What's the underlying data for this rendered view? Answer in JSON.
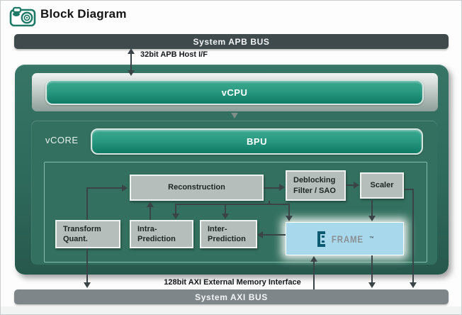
{
  "header": {
    "title": "Block Diagram",
    "icon": "camera-icon"
  },
  "top_bus": {
    "label": "System APB BUS"
  },
  "apb_interface_label": "32bit APB Host I/F",
  "vcpu": {
    "label": "vCPU"
  },
  "vcore": {
    "label": "vCORE",
    "bpu": {
      "label": "BPU"
    },
    "blocks": {
      "reconstruction": {
        "label": "Reconstruction"
      },
      "deblocking": {
        "line1": "Deblocking",
        "line2": "Filter / SAO"
      },
      "scaler": {
        "label": "Scaler"
      },
      "transform": {
        "line1": "Transform",
        "line2": "Quant."
      },
      "intra": {
        "line1": "Intra-",
        "line2": "Prediction"
      },
      "inter": {
        "line1": "Inter-",
        "line2": "Prediction"
      },
      "frame_logo": {
        "text": "FRAME",
        "tm": "™"
      }
    }
  },
  "axi_interface_label": "128bit AXI External Memory Interface",
  "bottom_bus": {
    "label": "System AXI BUS"
  },
  "colors": {
    "container_teal": "#2e6a5c",
    "vcore_teal": "#33705f",
    "bar_teal_top": "#3aa98f",
    "bar_teal_bottom": "#0e7b65",
    "apb_bus": "#3f4a4d",
    "axi_bus": "#7e8689",
    "block_gray": "#b5beba",
    "logo_blue": "#a7d8ec",
    "connector": "#3a4446",
    "icon_teal": "#1d7a67"
  }
}
